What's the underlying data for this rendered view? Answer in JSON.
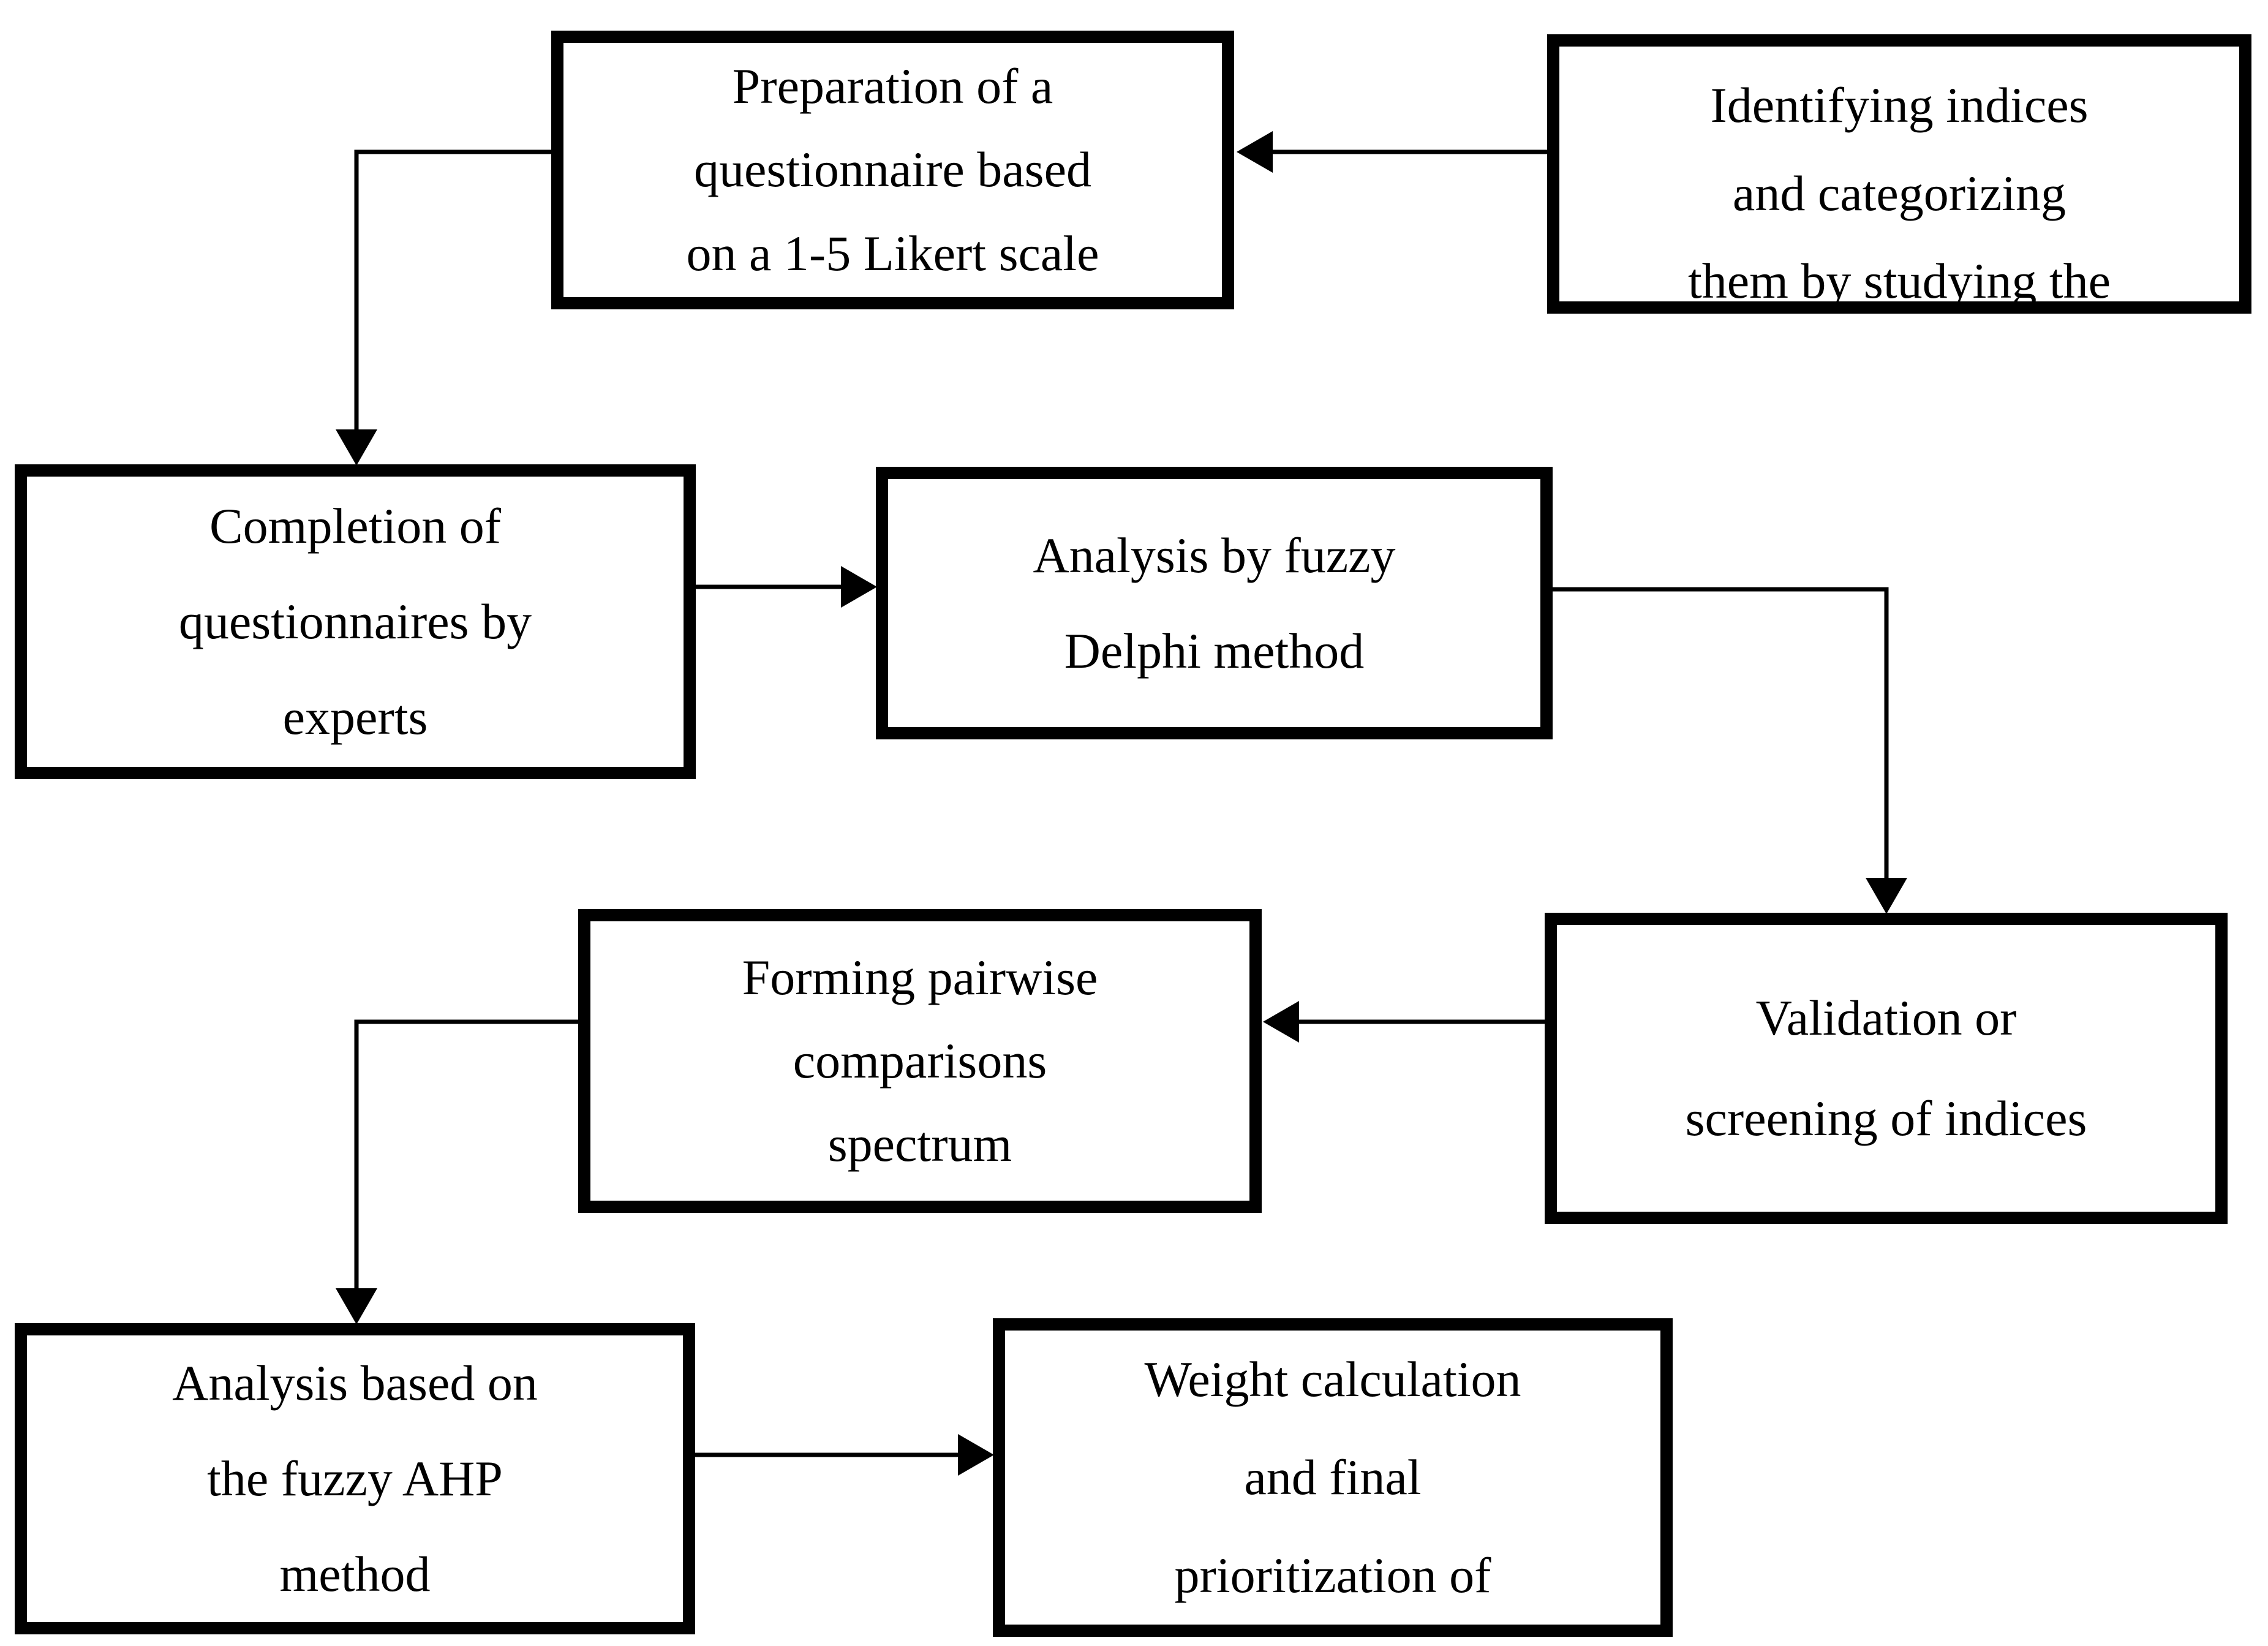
{
  "diagram": {
    "type": "flowchart",
    "background_color": "#ffffff",
    "stroke_color": "#000000",
    "nodes": {
      "prepare": {
        "label": "Preparation of a questionnaire based on a 1-5 Likert scale",
        "lines": [
          "Preparation of a",
          "questionnaire based",
          "on a 1-5 Likert scale"
        ]
      },
      "identify": {
        "label": "Identifying indices and categorizing them by studying the",
        "lines": [
          "Identifying indices",
          "and categorizing",
          "them by studying the"
        ],
        "text_clipped_at_bottom": true
      },
      "complete": {
        "label": "Completion of questionnaires by experts",
        "lines": [
          "Completion of",
          "questionnaires by",
          "experts"
        ]
      },
      "delphi": {
        "label": "Analysis by fuzzy Delphi method",
        "lines": [
          "Analysis by fuzzy",
          "Delphi method"
        ]
      },
      "validate": {
        "label": "Validation or screening of indices",
        "lines": [
          "Validation or",
          "screening of indices"
        ]
      },
      "pairwise": {
        "label": "Forming pairwise comparisons spectrum",
        "lines": [
          "Forming pairwise",
          "comparisons",
          "spectrum"
        ]
      },
      "ahp": {
        "label": "Analysis based on the fuzzy AHP method",
        "lines": [
          "Analysis based on",
          "the fuzzy AHP",
          "method"
        ]
      },
      "weight": {
        "label": "Weight calculation and final prioritization of",
        "lines": [
          "Weight calculation",
          "and final",
          "prioritization of"
        ]
      }
    },
    "edges": [
      {
        "from": "identify",
        "to": "prepare",
        "shape": "straight-left"
      },
      {
        "from": "prepare",
        "to": "complete",
        "shape": "elbow-left-then-down"
      },
      {
        "from": "complete",
        "to": "delphi",
        "shape": "straight-right"
      },
      {
        "from": "delphi",
        "to": "validate",
        "shape": "elbow-right-then-down"
      },
      {
        "from": "validate",
        "to": "pairwise",
        "shape": "straight-left"
      },
      {
        "from": "pairwise",
        "to": "ahp",
        "shape": "elbow-left-then-down"
      },
      {
        "from": "ahp",
        "to": "weight",
        "shape": "straight-right"
      }
    ]
  }
}
